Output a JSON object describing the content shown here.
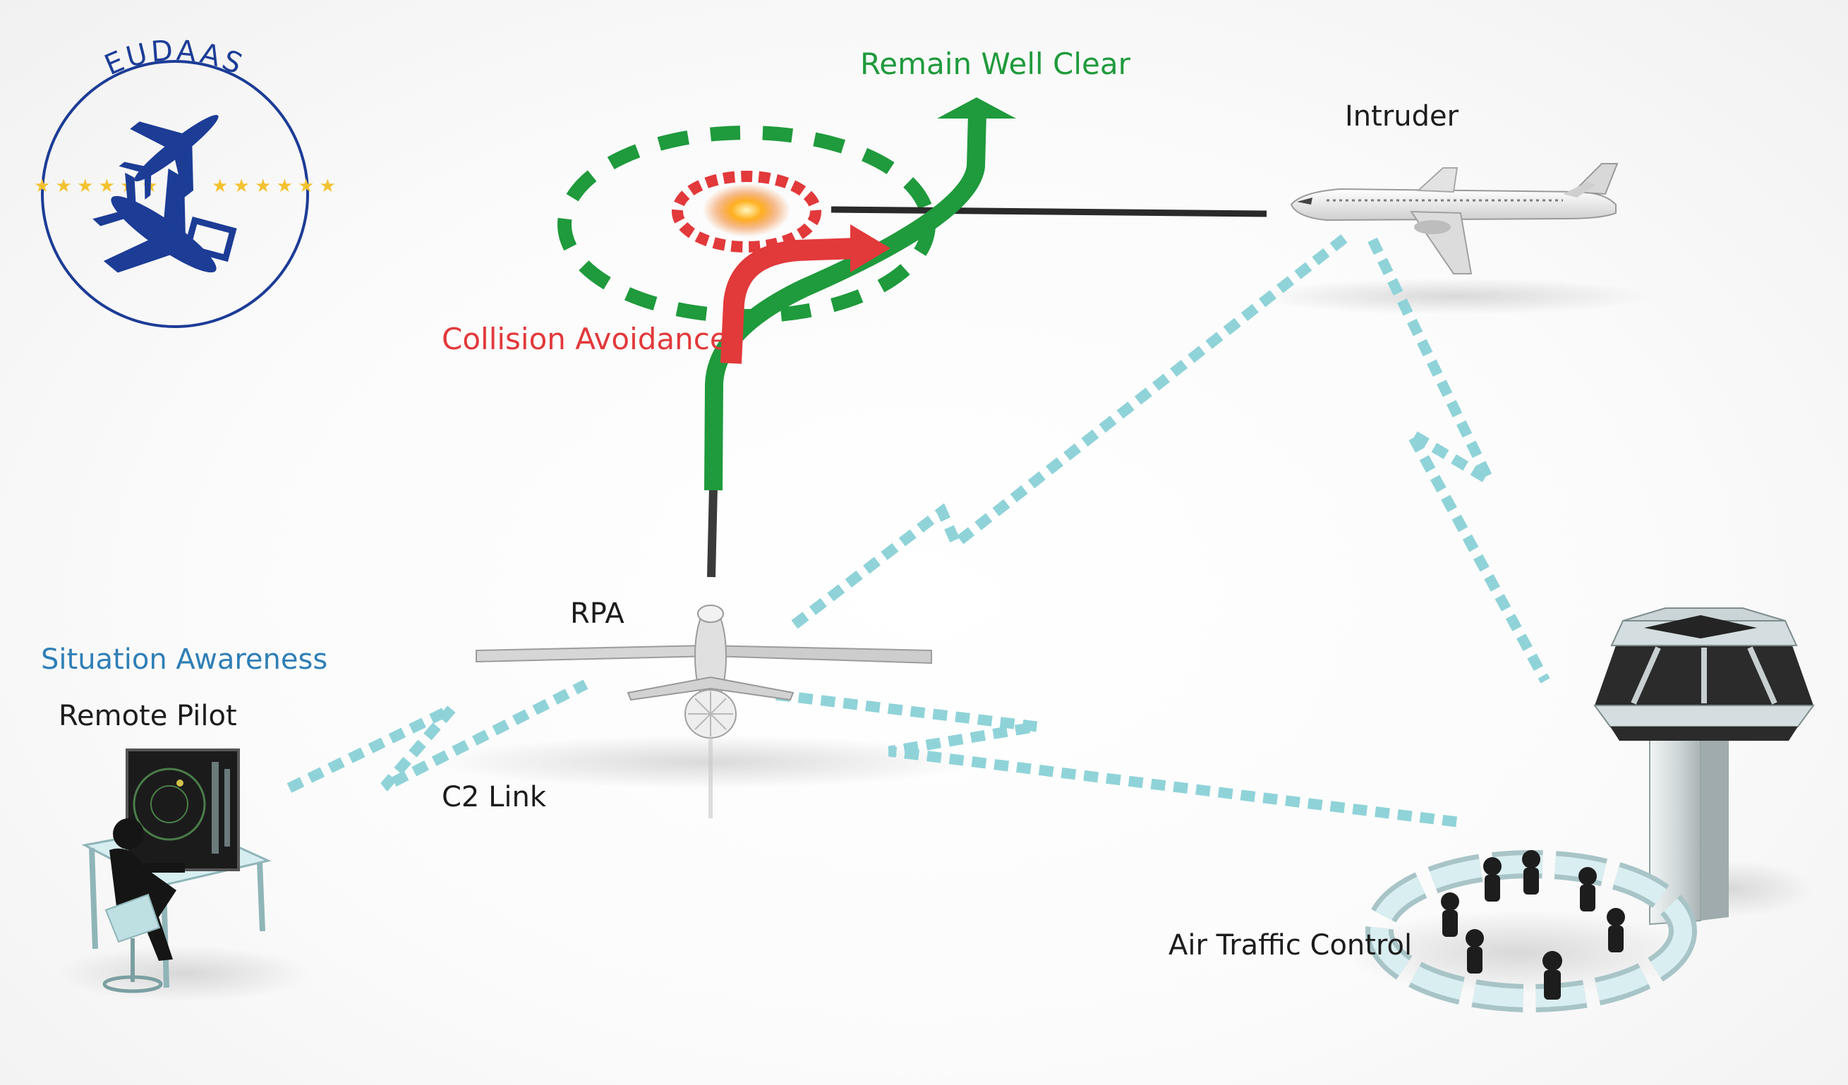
{
  "logo": {
    "text": "EUDAAS"
  },
  "labels": {
    "remain_well_clear": "Remain Well Clear",
    "collision_avoidance": "Collision Avoidance",
    "intruder": "Intruder",
    "rpa": "RPA",
    "situation_awareness": "Situation Awareness",
    "remote_pilot": "Remote Pilot",
    "c2_link": "C2 Link",
    "air_traffic_control": "Air Traffic Control"
  },
  "colors": {
    "logo_blue": "#1c3c96",
    "star_gold": "#f2c230",
    "remain_well_clear_green": "#1f9a3c",
    "collision_avoidance_red": "#e2393b",
    "situation_awareness_blue": "#2f7fb6",
    "datalink_cyan": "#8fd3d8",
    "text_dark": "#1c1c1c"
  }
}
